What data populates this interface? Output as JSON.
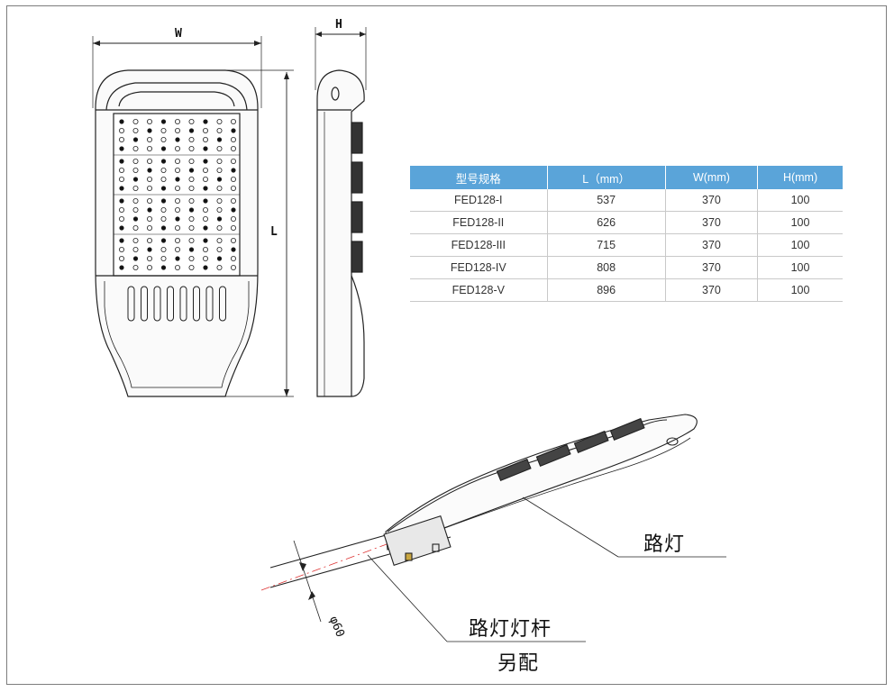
{
  "dimensions": {
    "width_label": "W",
    "height_label": "H",
    "length_label": "L"
  },
  "spec_table": {
    "headers": [
      "型号规格",
      "L（mm）",
      "W(mm)",
      "H(mm)"
    ],
    "rows": [
      [
        "FED128-I",
        "537",
        "370",
        "100"
      ],
      [
        "FED128-II",
        "626",
        "370",
        "100"
      ],
      [
        "FED128-III",
        "715",
        "370",
        "100"
      ],
      [
        "FED128-IV",
        "808",
        "370",
        "100"
      ],
      [
        "FED128-V",
        "896",
        "370",
        "100"
      ]
    ],
    "header_color": "#5aa4d9"
  },
  "callouts": {
    "lamp": "路灯",
    "pole": "路灯灯杆",
    "pole_note": "另配",
    "diameter": "φ60"
  }
}
